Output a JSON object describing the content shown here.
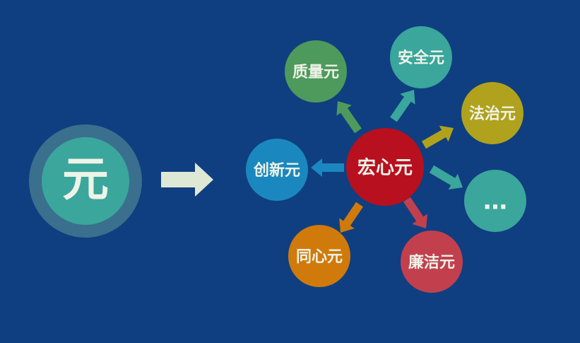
{
  "source": {
    "char": "元"
  },
  "center": {
    "label": "宏心元",
    "color": "#b8101f"
  },
  "nodes": [
    {
      "key": "quality",
      "label": "质量元",
      "color": "#4e9a5c"
    },
    {
      "key": "safety",
      "label": "安全元",
      "color": "#3aa69c"
    },
    {
      "key": "rule-of-law",
      "label": "法治元",
      "color": "#b0a21c"
    },
    {
      "key": "more",
      "label": "…",
      "color": "#3aa69c"
    },
    {
      "key": "integrity",
      "label": "廉洁元",
      "color": "#c2404e"
    },
    {
      "key": "unity",
      "label": "同心元",
      "color": "#d07a0c"
    },
    {
      "key": "innovation",
      "label": "创新元",
      "color": "#1a88bf"
    }
  ],
  "colors": {
    "background": "#0f3f80",
    "source_outer": "#3a6f8e",
    "source_inner": "#3aa69c",
    "big_arrow": "#dfe8d4",
    "label": "#eef3e8"
  }
}
